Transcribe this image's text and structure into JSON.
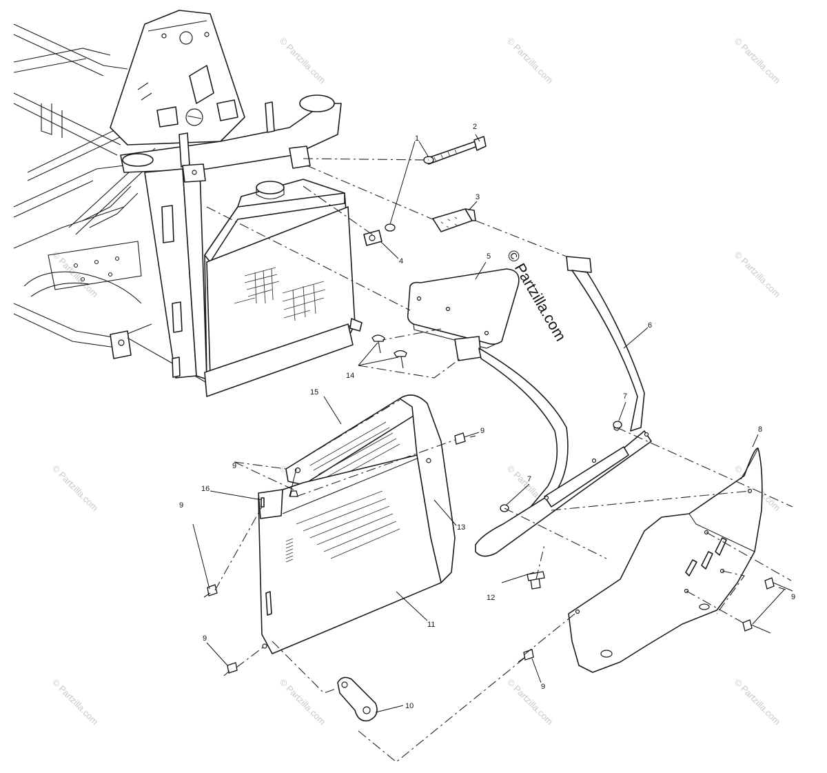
{
  "diagram": {
    "brand_watermark": "© Partzilla.com",
    "tile_watermark": "© Partzilla.com",
    "callouts": [
      {
        "id": "c1",
        "label": "1"
      },
      {
        "id": "c2",
        "label": "2"
      },
      {
        "id": "c3",
        "label": "3"
      },
      {
        "id": "c4",
        "label": "4"
      },
      {
        "id": "c5",
        "label": "5"
      },
      {
        "id": "c6",
        "label": "6"
      },
      {
        "id": "c7a",
        "label": "7"
      },
      {
        "id": "c7b",
        "label": "7"
      },
      {
        "id": "c8",
        "label": "8"
      },
      {
        "id": "c9a",
        "label": "9"
      },
      {
        "id": "c9b",
        "label": "9"
      },
      {
        "id": "c9c",
        "label": "9"
      },
      {
        "id": "c9d",
        "label": "9"
      },
      {
        "id": "c9e",
        "label": "9"
      },
      {
        "id": "c9f",
        "label": "9"
      },
      {
        "id": "c10",
        "label": "10"
      },
      {
        "id": "c11",
        "label": "11"
      },
      {
        "id": "c12",
        "label": "12"
      },
      {
        "id": "c13",
        "label": "13"
      },
      {
        "id": "c14",
        "label": "14"
      },
      {
        "id": "c15",
        "label": "15"
      },
      {
        "id": "c16",
        "label": "16"
      }
    ]
  }
}
